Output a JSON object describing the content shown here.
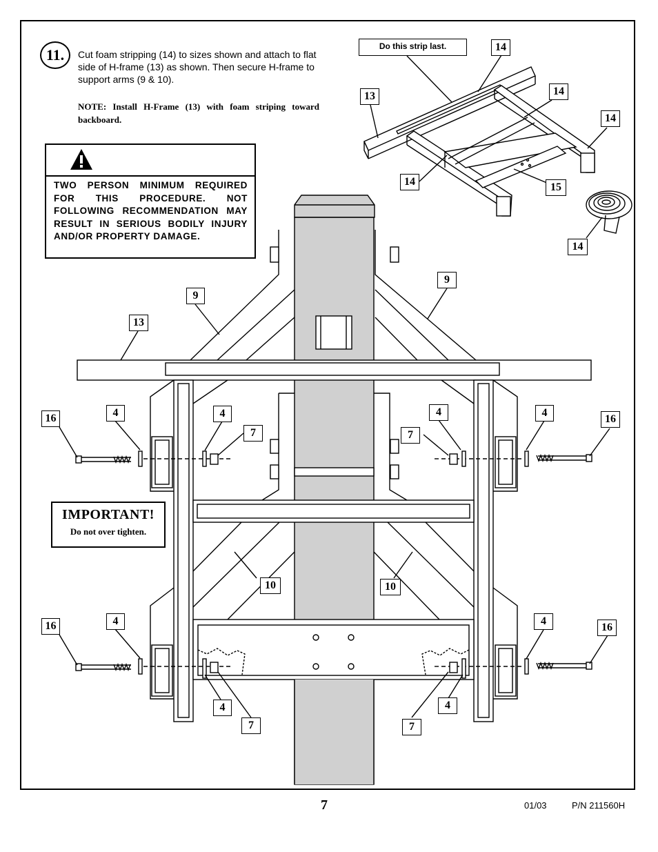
{
  "step": {
    "number": "11.",
    "instruction": "Cut foam stripping (14) to sizes shown and attach to flat side of H-frame (13) as shown. Then secure H-frame to support arms (9 & 10).",
    "note": "NOTE: Install H-Frame (13) with foam striping toward backboard."
  },
  "warning": {
    "icon": "warning-triangle-icon",
    "text": "TWO PERSON MINIMUM REQUIRED FOR THIS PROCEDURE. NOT FOLLOWING RECOMMENDATION MAY RESULT IN SERIOUS BODILY INJURY AND/OR PROPERTY DAMAGE."
  },
  "important": {
    "title": "IMPORTANT!",
    "text": "Do not over tighten."
  },
  "inset": {
    "strip_note": "Do this strip last."
  },
  "callouts": {
    "c14a": "14",
    "c13a": "13",
    "c14b": "14",
    "c14c": "14",
    "c14d": "14",
    "c15": "15",
    "c14e": "14",
    "c9a": "9",
    "c13b": "13",
    "c9b": "9",
    "c16a": "16",
    "c4a": "4",
    "c4b": "4",
    "c7a": "7",
    "c7b": "7",
    "c4c": "4",
    "c4d": "4",
    "c16b": "16",
    "c10a": "10",
    "c10b": "10",
    "c16c": "16",
    "c4e": "4",
    "c4f": "4",
    "c7c": "7",
    "c7d": "7",
    "c4g": "4",
    "c4h": "4",
    "c16d": "16"
  },
  "footer": {
    "page": "7",
    "date": "01/03",
    "part_number": "P/N 211560H"
  }
}
